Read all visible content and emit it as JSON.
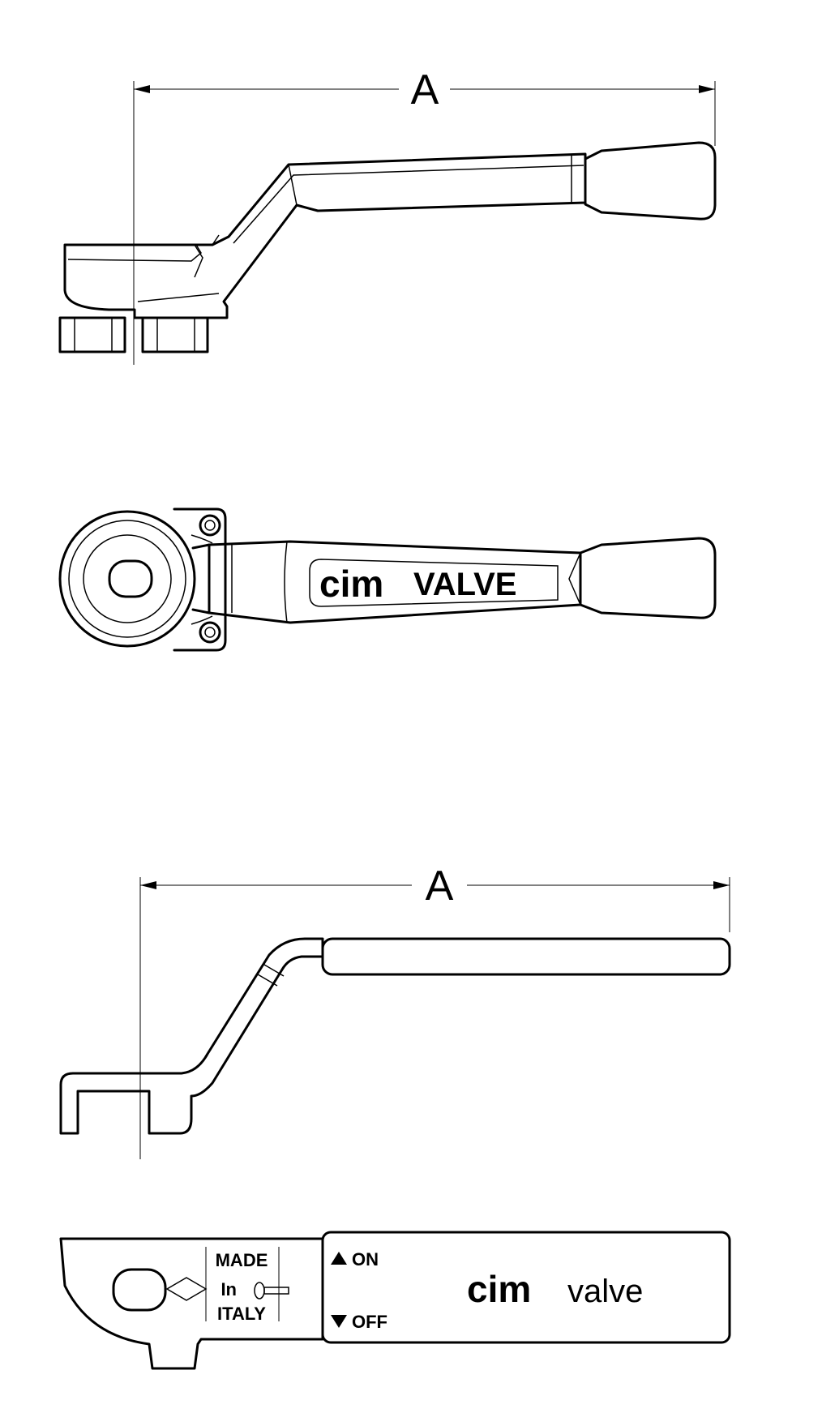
{
  "dimension_a_top": "A",
  "dimension_a_bottom": "A",
  "logo": {
    "cim": "cim",
    "valve": "VALVE"
  },
  "plate": {
    "made": "MADE",
    "in": "In",
    "italy": "ITALY",
    "on": "ON",
    "off": "OFF",
    "brand": "cim",
    "valve": "valve"
  }
}
